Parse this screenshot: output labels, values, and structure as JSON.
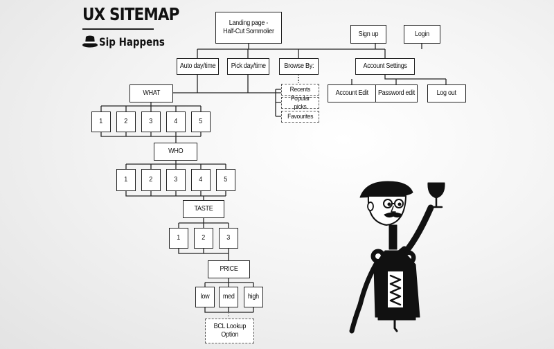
{
  "header": {
    "title": "UX SITEMAP",
    "brand_name": "Sip Happens"
  },
  "nodes": {
    "landing": "Landing page -\nHalf-Cut Sommolier",
    "signup": "Sign up",
    "login": "Login",
    "auto": "Auto day/time",
    "pick": "Pick day/time",
    "browse": "Browse By:",
    "account": "Account Settings",
    "account_edit": "Account Edit",
    "password_edit": "Password edit",
    "logout": "Log out",
    "recents": "Recents",
    "popular": "Popular picks",
    "favourites": "Favourites",
    "what": "WHAT",
    "what_opts": [
      "1",
      "2",
      "3",
      "4",
      "5"
    ],
    "who": "WHO",
    "who_opts": [
      "1",
      "2",
      "3",
      "4",
      "5"
    ],
    "taste": "TASTE",
    "taste_opts": [
      "1",
      "2",
      "3"
    ],
    "price": "PRICE",
    "price_opts": [
      "low",
      "med",
      "high"
    ],
    "bcl": "BCL Lookup\nOption"
  },
  "icons": {
    "brand": "fedora-hat-icon",
    "mascot": "corkscrew-sommelier-icon"
  },
  "colors": {
    "ink": "#111111",
    "node_fill": "#ffffff"
  }
}
